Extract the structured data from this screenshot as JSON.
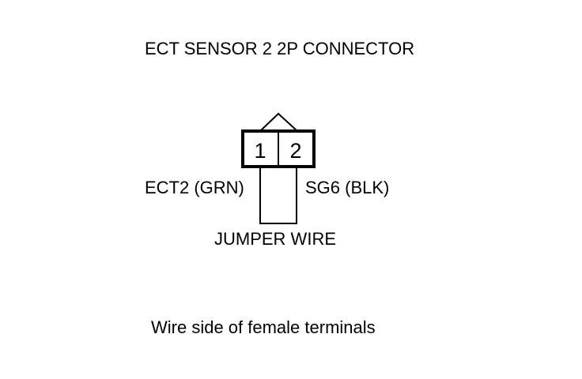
{
  "title": "ECT SENSOR 2 2P CONNECTOR",
  "connector": {
    "pins": [
      "1",
      "2"
    ]
  },
  "labels": {
    "pin1_wire": "ECT2 (GRN)",
    "pin2_wire": "SG6 (BLK)",
    "jumper": "JUMPER WIRE"
  },
  "caption": "Wire side of female terminals",
  "colors": {
    "line": "#000000",
    "background": "#ffffff"
  }
}
